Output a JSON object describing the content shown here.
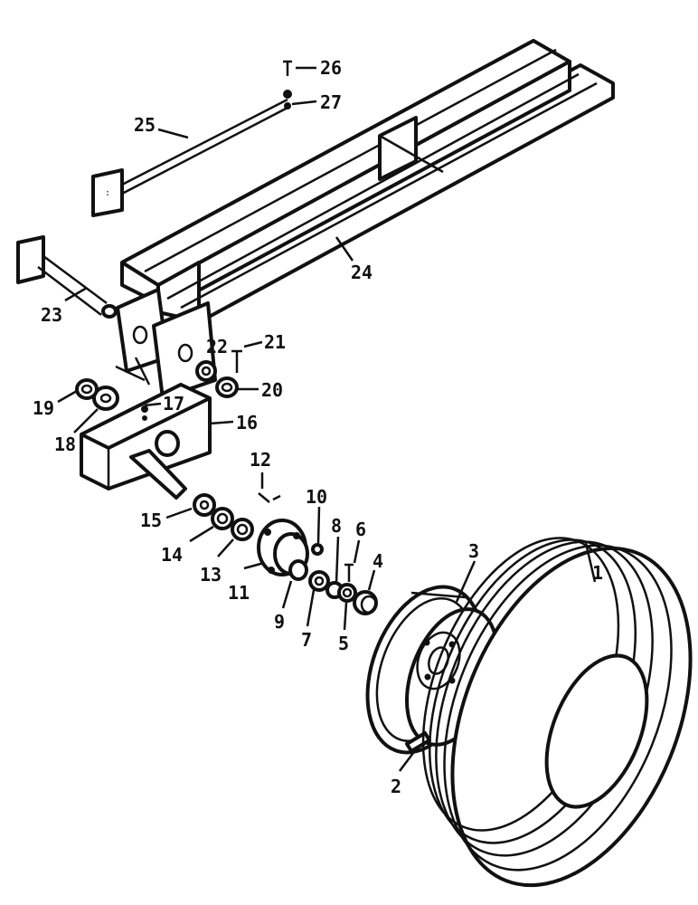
{
  "callouts": {
    "c1": "1",
    "c2": "2",
    "c3": "3",
    "c4": "4",
    "c5": "5",
    "c6": "6",
    "c7": "7",
    "c8": "8",
    "c9": "9",
    "c10": "10",
    "c11": "11",
    "c12": "12",
    "c13": "13",
    "c14": "14",
    "c15": "15",
    "c16": "16",
    "c17": "17",
    "c18": "18",
    "c19": "19",
    "c20": "20",
    "c21": "21",
    "c22": "22",
    "c23": "23",
    "c24": "24",
    "c25": "25",
    "c26": "26",
    "c27": "27"
  },
  "colors": {
    "ink": "#111111",
    "paper": "#ffffff"
  }
}
